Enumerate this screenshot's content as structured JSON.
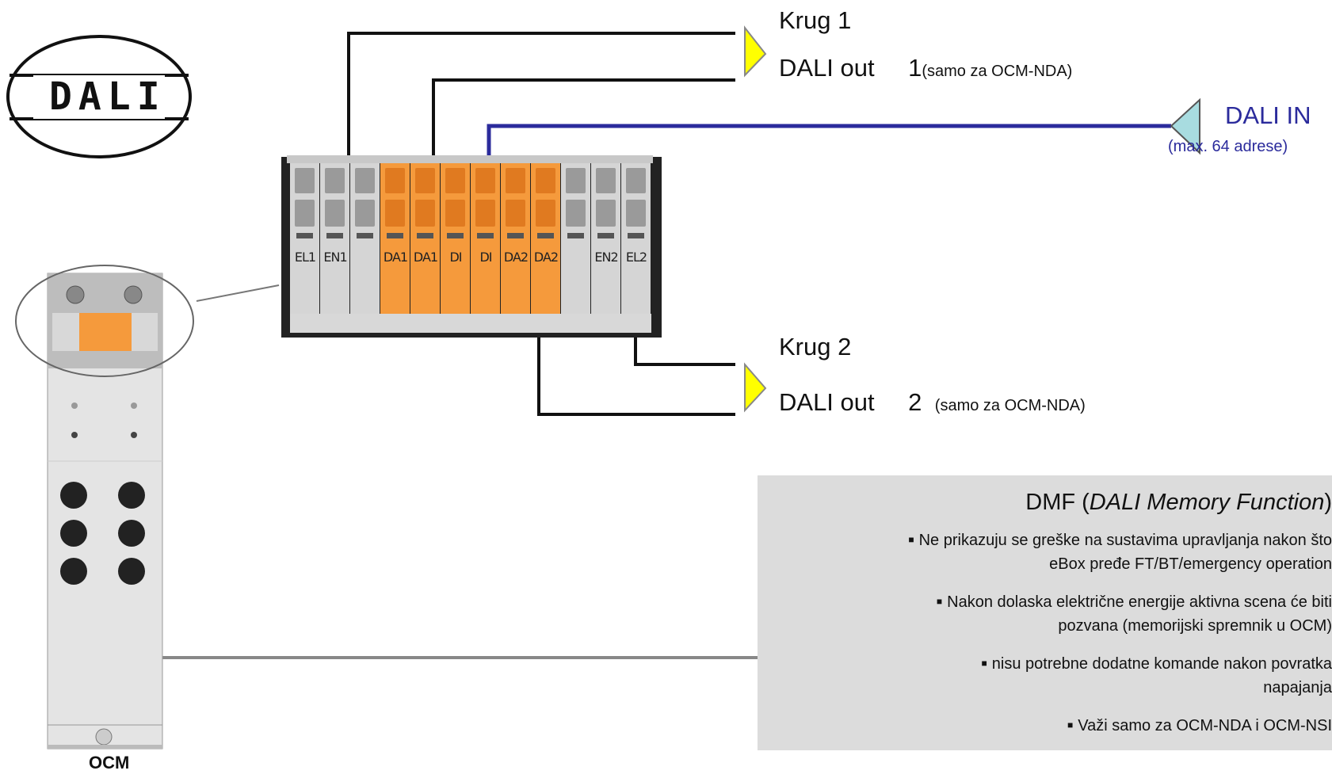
{
  "logo": {
    "text": "DALI"
  },
  "circuit1": {
    "krug": "Krug 1",
    "dali_out": "DALI out",
    "num": "1",
    "note": "(samo za OCM-NDA)"
  },
  "circuit2": {
    "krug": "Krug 2",
    "dali_out": "DALI out",
    "num": "2",
    "note": "(samo za OCM-NDA)"
  },
  "dali_in": {
    "label": "DALI IN",
    "sub": "(max. 64 adrese)"
  },
  "terminal": {
    "labels": [
      "EL1",
      "EN1",
      "",
      "DA1",
      "DA1",
      "DI",
      "DI",
      "DA2",
      "DA2",
      "",
      "EN2",
      "EL2"
    ]
  },
  "colors": {
    "orange": "#f59a3c",
    "gray_terminal": "#d5d5d5",
    "wire_blue": "#2b2b9c",
    "arrow_yellow": "#ffff00",
    "arrow_cyan": "#a8dce0",
    "box_bg": "#dcdcdc"
  },
  "dmf": {
    "title_pre": "DMF (",
    "title_em": "DALI Memory Function",
    "title_post": ")",
    "items": [
      {
        "line1": "Ne prikazuju se greške na sustavima upravljanja nakon što",
        "line2": "eBox pređe FT/BT/emergency operation"
      },
      {
        "line1": "Nakon dolaska električne energije aktivna scena će biti",
        "line2": "pozvana (memorijski spremnik u OCM)"
      },
      {
        "line1": "nisu potrebne dodatne komande nakon povratka",
        "line2": "napajanja"
      },
      {
        "line1": "Važi samo za OCM-NDA i OCM-NSI",
        "line2": ""
      }
    ]
  },
  "device": {
    "name": "OCM"
  }
}
